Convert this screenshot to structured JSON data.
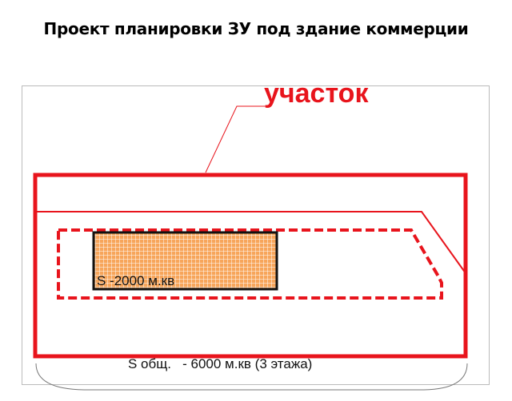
{
  "title": "Проект планировки ЗУ под здание коммерции",
  "plot_label": "участок",
  "building_label": "S -2000 м.кв",
  "total_area_label": "S общ.   - 6000 м.кв (3 этажа)",
  "colors": {
    "red": "#e8141c",
    "orange": "#f7a55a",
    "grid": "#ffffff",
    "frame": "#bbbbbb"
  }
}
